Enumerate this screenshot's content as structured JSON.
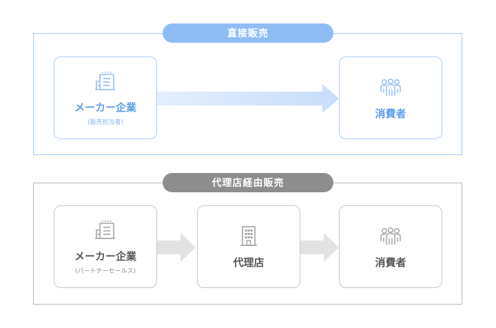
{
  "direct_sales": {
    "title": "直接販売",
    "manufacturer": {
      "label": "メーカー企業",
      "sub": "(販売担当者)",
      "icon": "factory-icon"
    },
    "consumer": {
      "label": "消費者",
      "icon": "people-icon"
    }
  },
  "agency_sales": {
    "title": "代理店経由販売",
    "manufacturer": {
      "label": "メーカー企業",
      "sub": "(パートナーセールス)",
      "icon": "factory-icon"
    },
    "agency": {
      "label": "代理店",
      "icon": "building-icon"
    },
    "consumer": {
      "label": "消費者",
      "icon": "people-icon"
    }
  },
  "colors": {
    "direct_accent": "#8fbcf5",
    "direct_text": "#5e9ee8",
    "agency_accent": "#8d8d8d",
    "agency_text": "#555555"
  }
}
